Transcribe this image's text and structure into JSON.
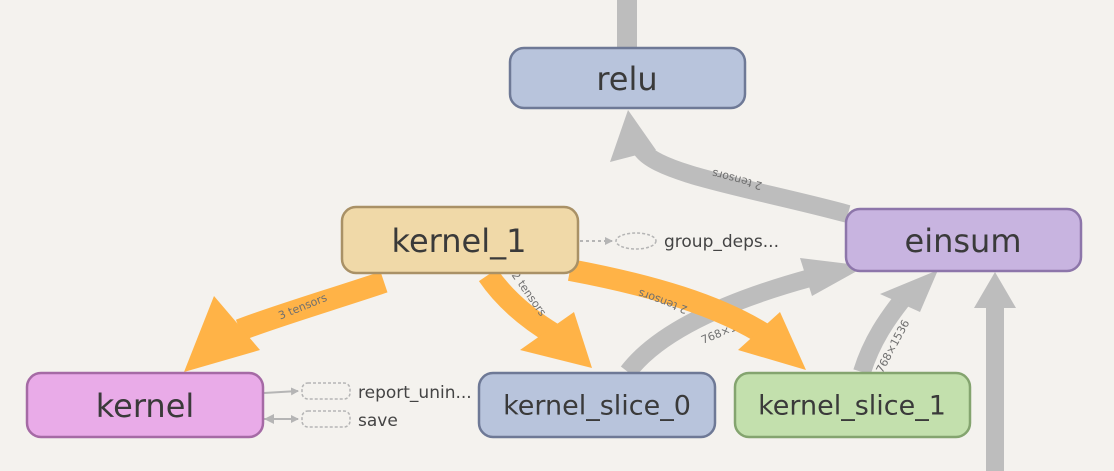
{
  "graph": {
    "nodes": {
      "relu": {
        "label": "relu",
        "fill": "#b8c4dc",
        "stroke": "#6e7996"
      },
      "einsum": {
        "label": "einsum",
        "fill": "#c8b4e0",
        "stroke": "#8d76aa"
      },
      "kernel_1": {
        "label": "kernel_1",
        "fill": "#f0d9a8",
        "stroke": "#a99166"
      },
      "kernel": {
        "label": "kernel",
        "fill": "#e9abe8",
        "stroke": "#a56aa5"
      },
      "kernel_slice_0": {
        "label": "kernel_slice_0",
        "fill": "#b8c4dc",
        "stroke": "#6e7996"
      },
      "kernel_slice_1": {
        "label": "kernel_slice_1",
        "fill": "#c3e0ad",
        "stroke": "#84a46f"
      }
    },
    "aux_nodes": {
      "group_deps": "group_deps...",
      "report_unin": "report_unin...",
      "save": "save"
    },
    "edge_labels": {
      "einsum_to_relu": "2 tensors",
      "kernel1_to_kernel": "3 tensors",
      "kernel1_to_slice0": "2 tensors",
      "kernel1_to_slice1": "2 tensors",
      "slice0_to_einsum": "768×1536",
      "slice1_to_einsum": "768×1536"
    },
    "colors": {
      "data_edge": "#bdbdbd",
      "ref_edge": "#ffb347",
      "background": "#f4f2ee"
    }
  }
}
